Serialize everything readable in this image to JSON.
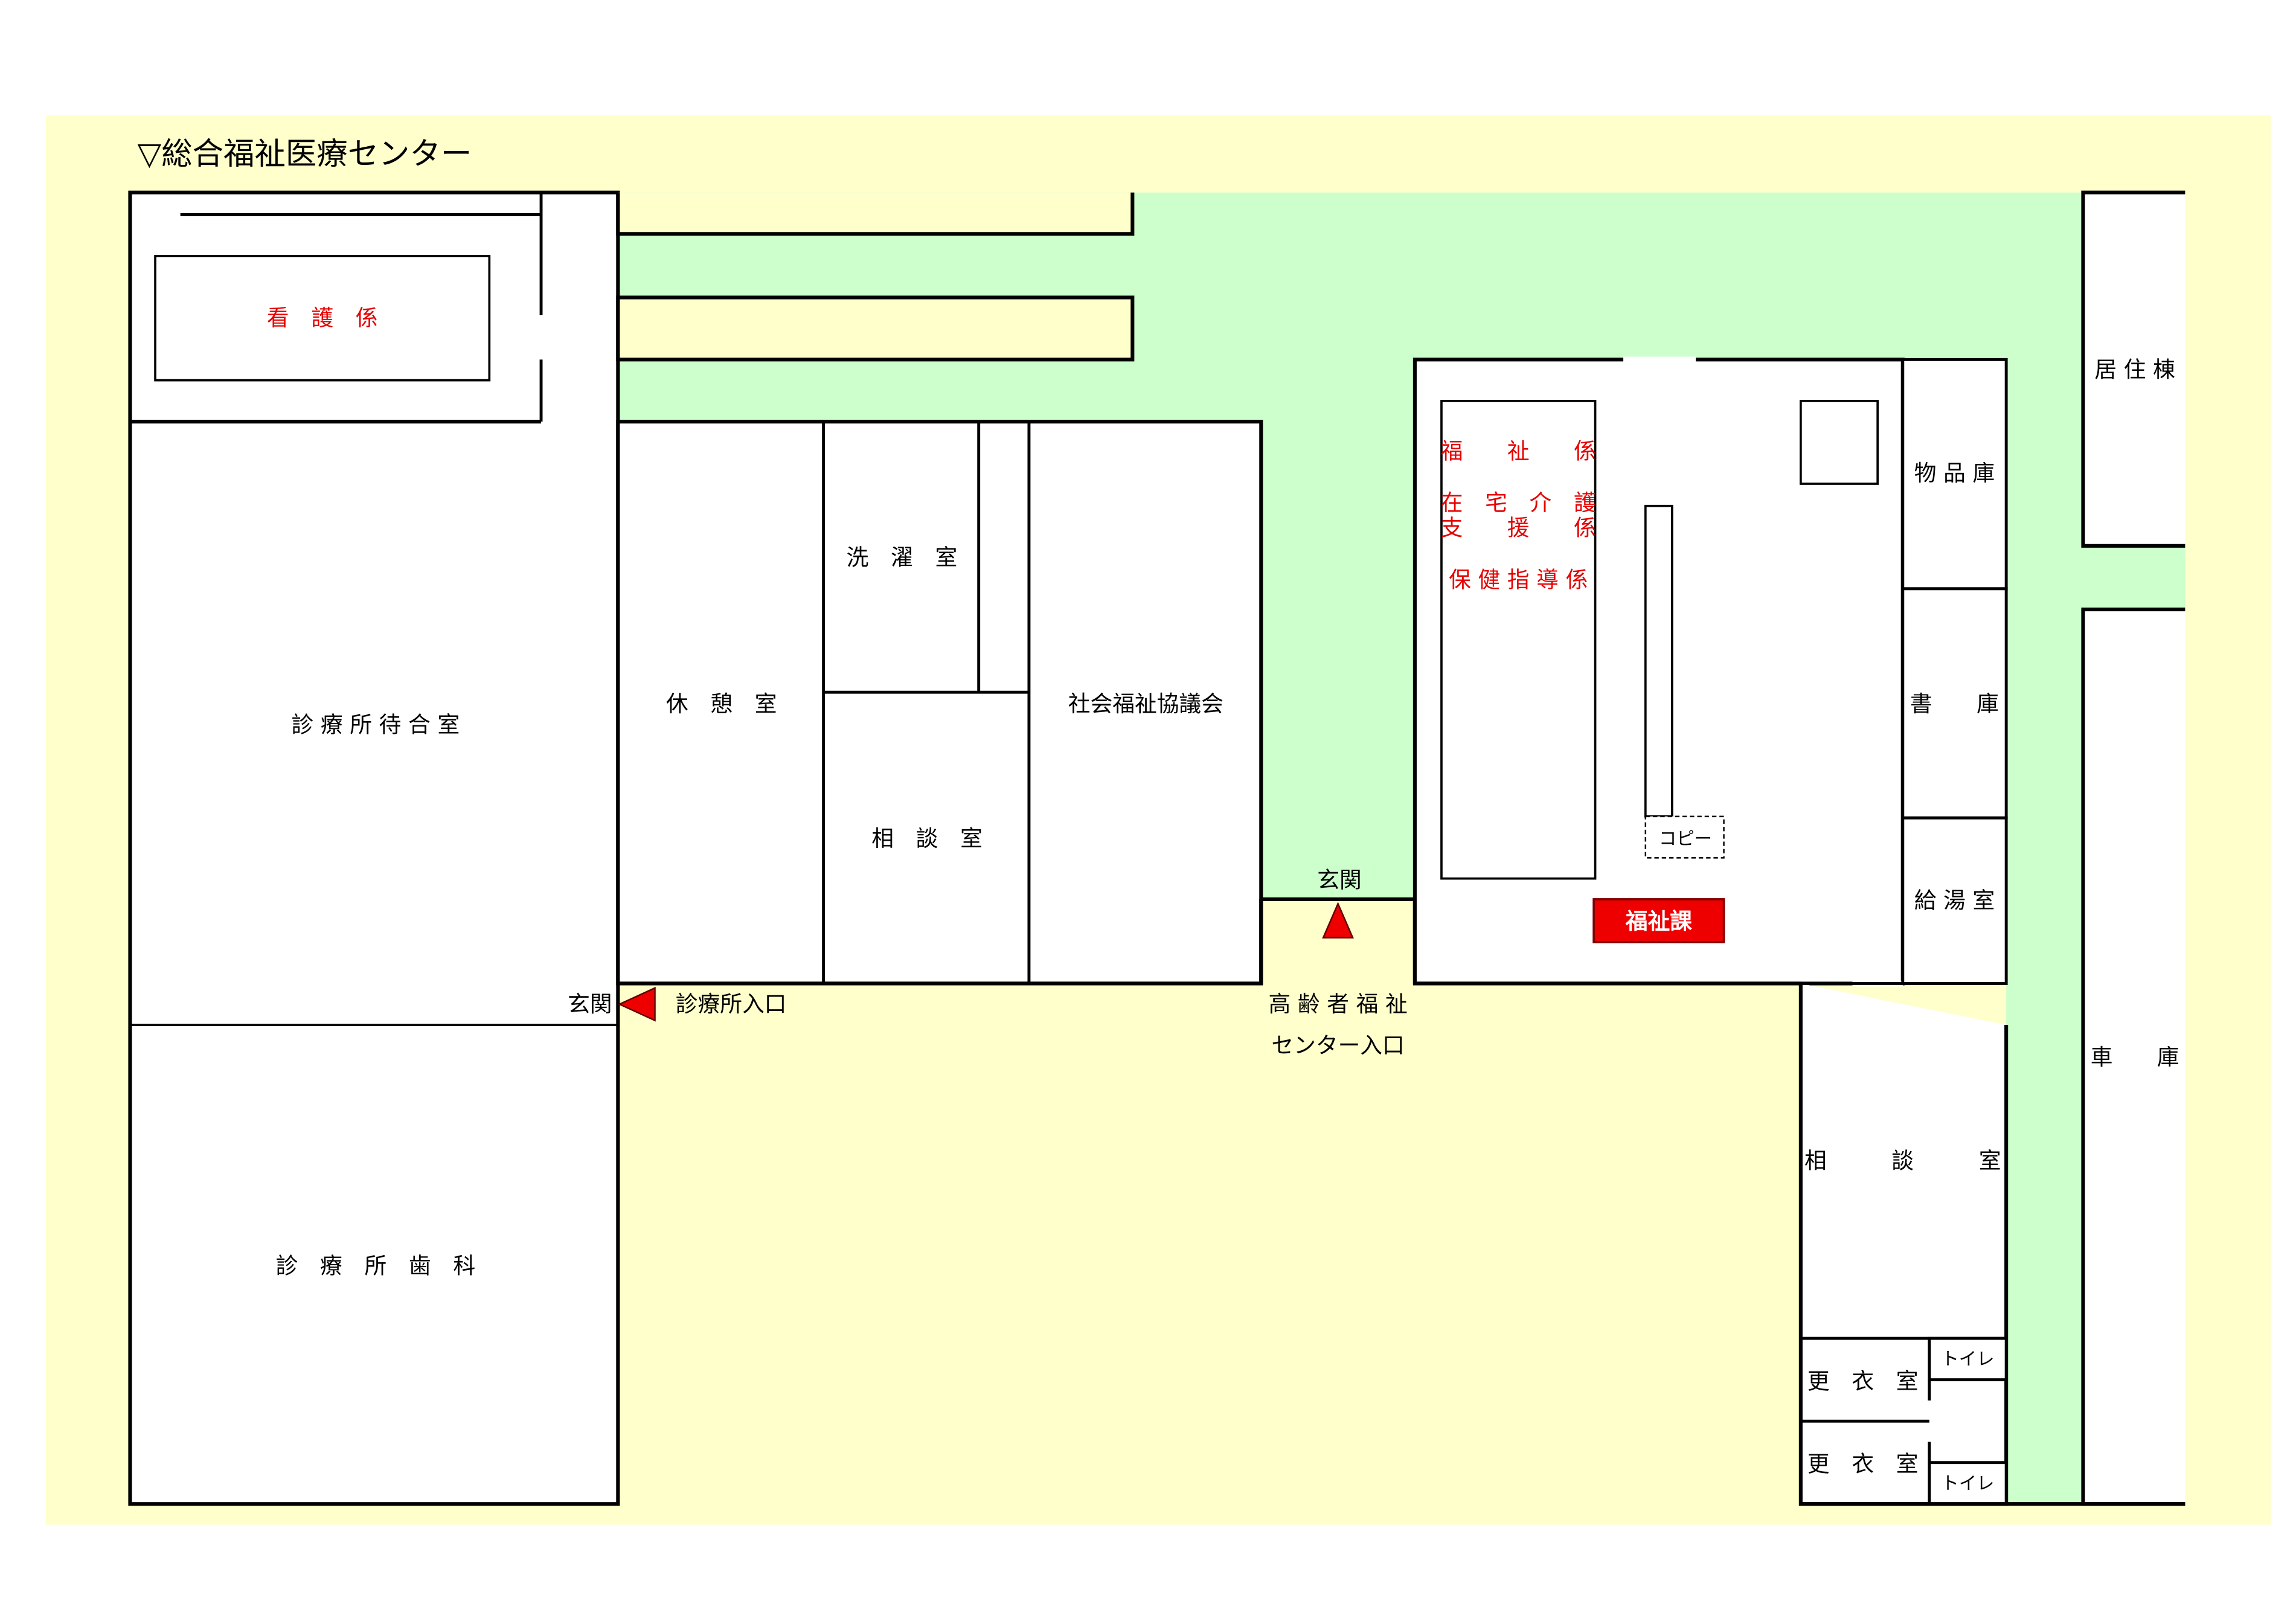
{
  "title": "▽総合福祉医療センター",
  "colors": {
    "page_bg": "#ffffff",
    "site_bg": "#ffffcc",
    "garden": "#ccffcc",
    "room_fill": "#ffffff",
    "wall": "#000000",
    "label_black": "#000000",
    "label_red": "#e60000",
    "marker_red": "#ee0000"
  },
  "rooms": {
    "nursing": "看　護　係",
    "clinic_waiting": "診 療 所 待 合 室",
    "clinic_dental": "診　療　所　歯　科",
    "rest_room": "休　憩　室",
    "laundry": "洗　濯　室",
    "consult_small": "相　談　室",
    "social_welfare_council": "社会福祉協議会",
    "welfare_1": "福　　祉　　係",
    "welfare_2a": "在　宅　介　護",
    "welfare_2b": "支　　援　　係",
    "welfare_3": "保 健 指 導 係",
    "copy": "コピー",
    "welfare_section": "福祉課",
    "storage": "物 品 庫",
    "library": "書　　庫",
    "kitchenette": "給 湯 室",
    "consult_large_1": "相",
    "consult_large_2": "談",
    "consult_large_3": "室",
    "locker_1": "更　衣　室",
    "locker_2": "更　衣　室",
    "toilet_1": "トイレ",
    "toilet_2": "トイレ",
    "residential": "居 住 棟",
    "garage": "車　　庫"
  },
  "entrances": {
    "clinic_genkan": "玄関",
    "clinic_entrance": "診療所入口",
    "center_genkan": "玄関",
    "center_entrance_1": "高 齢 者 福 祉",
    "center_entrance_2": "センター入口"
  }
}
